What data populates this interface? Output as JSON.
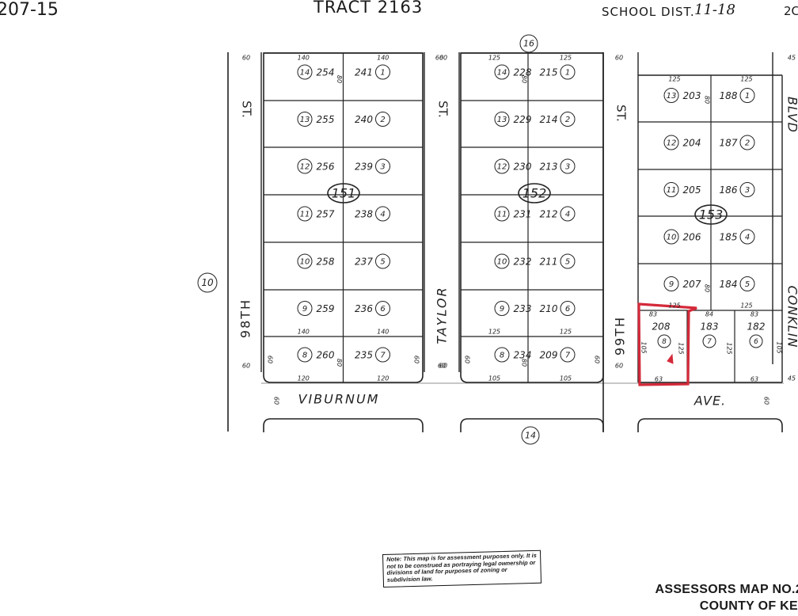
{
  "header": {
    "map_number_fragment": "207-15",
    "tract": "TRACT 2163",
    "school_district": "SCHOOL DIST.",
    "school_district_value": "11-18",
    "right_fragment": "2C"
  },
  "streets": {
    "st_98th_top": "ST.",
    "st_98th_bottom": "98TH",
    "taylor_top": "ST.",
    "taylor_bottom": "TAYLOR",
    "st_99th_top": "ST.",
    "st_99th_bottom": "99TH",
    "blvd": "BLVD",
    "conklin": "CONKLIN",
    "viburnum": "VIBURNUM",
    "ave": "AVE."
  },
  "sheet_refs": {
    "top": "16",
    "left": "10",
    "bottom": "14"
  },
  "blocks": [
    {
      "number": "151",
      "widths_top": [
        "140",
        "140"
      ],
      "widths_mid": [
        "140",
        "140"
      ],
      "widths_bottom": [
        "120",
        "120"
      ],
      "left_lots": [
        {
          "lot": "14",
          "parcel": "254"
        },
        {
          "lot": "13",
          "parcel": "255"
        },
        {
          "lot": "12",
          "parcel": "256"
        },
        {
          "lot": "11",
          "parcel": "257"
        },
        {
          "lot": "10",
          "parcel": "258"
        },
        {
          "lot": "9",
          "parcel": "259"
        },
        {
          "lot": "8",
          "parcel": "260"
        }
      ],
      "right_lots": [
        {
          "lot": "1",
          "parcel": "241"
        },
        {
          "lot": "2",
          "parcel": "240"
        },
        {
          "lot": "3",
          "parcel": "239"
        },
        {
          "lot": "4",
          "parcel": "238"
        },
        {
          "lot": "5",
          "parcel": "237"
        },
        {
          "lot": "6",
          "parcel": "236"
        },
        {
          "lot": "7",
          "parcel": "235"
        }
      ],
      "depth_labels": [
        "60",
        "60",
        "60",
        "60",
        "80",
        "80"
      ]
    },
    {
      "number": "152",
      "widths_top": [
        "125",
        "125"
      ],
      "widths_mid": [
        "125",
        "125"
      ],
      "widths_bottom": [
        "105",
        "105"
      ],
      "left_lots": [
        {
          "lot": "14",
          "parcel": "228"
        },
        {
          "lot": "13",
          "parcel": "229"
        },
        {
          "lot": "12",
          "parcel": "230"
        },
        {
          "lot": "11",
          "parcel": "231"
        },
        {
          "lot": "10",
          "parcel": "232"
        },
        {
          "lot": "9",
          "parcel": "233"
        },
        {
          "lot": "8",
          "parcel": "234"
        }
      ],
      "right_lots": [
        {
          "lot": "1",
          "parcel": "215"
        },
        {
          "lot": "2",
          "parcel": "214"
        },
        {
          "lot": "3",
          "parcel": "213"
        },
        {
          "lot": "4",
          "parcel": "212"
        },
        {
          "lot": "5",
          "parcel": "211"
        },
        {
          "lot": "6",
          "parcel": "210"
        },
        {
          "lot": "7",
          "parcel": "209"
        }
      ],
      "depth_labels": [
        "60",
        "60",
        "60",
        "60",
        "80",
        "80"
      ]
    },
    {
      "number": "153",
      "widths_top": [
        "125",
        "125"
      ],
      "widths_mid": [
        "125",
        "125"
      ],
      "left_lots": [
        {
          "lot": "13",
          "parcel": "203"
        },
        {
          "lot": "12",
          "parcel": "204"
        },
        {
          "lot": "11",
          "parcel": "205"
        },
        {
          "lot": "10",
          "parcel": "206"
        },
        {
          "lot": "9",
          "parcel": "207"
        }
      ],
      "right_lots": [
        {
          "lot": "1",
          "parcel": "188"
        },
        {
          "lot": "2",
          "parcel": "187"
        },
        {
          "lot": "3",
          "parcel": "186"
        },
        {
          "lot": "4",
          "parcel": "185"
        },
        {
          "lot": "5",
          "parcel": "184"
        }
      ],
      "bottom_lots": [
        {
          "lot": "8",
          "parcel": "208",
          "width": "83"
        },
        {
          "lot": "7",
          "parcel": "183",
          "width": "84"
        },
        {
          "lot": "6",
          "parcel": "182",
          "width": "83"
        }
      ],
      "bottom_widths": [
        "63",
        "63"
      ],
      "depth_labels": [
        "60",
        "45",
        "45",
        "105",
        "105",
        "125",
        "125",
        "80",
        "80"
      ]
    }
  ],
  "highlight": {
    "parcel": "208",
    "color": "#d42a3a"
  },
  "note": "Note: This map is for assessment purposes only. It is not to be construed as portraying legal ownership or divisions of land for purposes of zoning or subdivision law.",
  "footer": {
    "line1": "ASSESSORS MAP NO.2",
    "line2": "COUNTY OF KE"
  }
}
